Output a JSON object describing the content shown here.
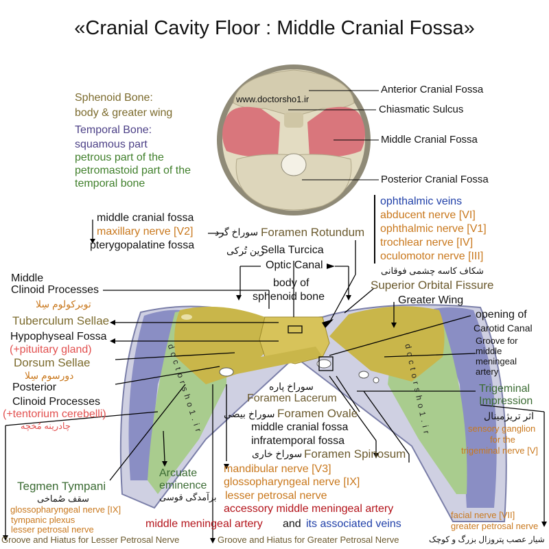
{
  "title": "«Cranial Cavity Floor : Middle Cranial Fossa»",
  "watermark_url": "www.doctorsho1.ir",
  "watermark_side": "d o c t o r s h o 1 . i r",
  "skull_labels": {
    "anterior": "Anterior Cranial Fossa",
    "chiasmatic": "Chiasmatic Sulcus",
    "middle": "Middle Cranial Fossa",
    "posterior": "Posterior Cranial Fossa"
  },
  "legend": {
    "sphenoid_title": "Sphenoid Bone:",
    "sphenoid_parts": "body & greater wing",
    "temporal_title": "Temporal Bone:",
    "temporal_squamous": "squamous part",
    "temporal_petrous_1": "petrous part of the",
    "temporal_petrous_2": "petromastoid part of the",
    "temporal_petrous_3": "temporal bone"
  },
  "rotundum": {
    "line1": "middle cranial fossa",
    "line2": "maxillary nerve [V2]",
    "line2_fa": "سوراخ گرد",
    "line2_en": "Foramen Rotundum",
    "line3": "pterygopalatine fossa"
  },
  "sella": {
    "fa": "زین تُرکی",
    "en": "Sella Turcica"
  },
  "optic_canal": "Optic Canal",
  "body_sphenoid_1": "body of",
  "body_sphenoid_2": "sphenoid bone",
  "fissure": {
    "items": [
      "ophthalmic veins",
      "abducent nerve [VI]",
      "ophthalmic nerve [V1]",
      "trochlear nerve [IV]",
      "oculomotor nerve [III]"
    ],
    "fa": "شکاف کاسه چشمی فوقانی",
    "en": "Superior Orbital Fissure"
  },
  "greater_wing": "Greater Wing",
  "carotid": {
    "line1": "opening of",
    "line2": "Carotid Canal"
  },
  "groove_mm": {
    "line1": "Groove for",
    "line2": "middle",
    "line3": "meningeal",
    "line4": "artery"
  },
  "trigeminal": {
    "line1": "Trigeminal",
    "line2": "Impression",
    "fa": "اثر تریژمینال",
    "sub1": "sensory ganglion",
    "sub2": "for the",
    "sub3": "trigeminal nerve [V]"
  },
  "left_labels": {
    "middle_clinoid_1": "Middle",
    "middle_clinoid_2": "Clinoid Processes",
    "tuberculum_fa": "توبرکولوم سِلا",
    "tuberculum": "Tuberculum Sellae",
    "hypophyseal": "Hypophyseal Fossa",
    "pituitary": "(+pituitary gland)",
    "dorsum": "Dorsum Sellae",
    "dorsum_fa": "دورسوم سِلا",
    "posterior_clinoid_1": "Posterior",
    "posterior_clinoid_2": "Clinoid Processes",
    "tentorium": "(+tentorium cerebelli)",
    "tentorium_fa": "چادرینه مُخچه"
  },
  "lacerum": {
    "fa": "سوراخ پاره",
    "en": "Foramen Lacerum"
  },
  "ovale": {
    "fa": "سوراخ بیضی",
    "en": "Foramen Ovale",
    "line1": "middle cranial fossa",
    "line2": "infratemporal fossa"
  },
  "spinosum": {
    "fa": "سوراخ خاری",
    "en": "Foramen Spinosum"
  },
  "tegmen": {
    "en": "Tegmen Tympani",
    "fa": "سقف صُماخی",
    "n1": "glossopharyngeal nerve [IX]",
    "n2": "tympanic plexus",
    "n3": "lesser petrosal nerve"
  },
  "arcuate": {
    "line1": "Arcuate",
    "line2": "eminence",
    "fa": "برآمدگی قوسی"
  },
  "ovale_contents": [
    "mandibular nerve [V3]",
    "glossopharyngeal nerve [IX]",
    "lesser petrosal nerve"
  ],
  "accessory_mma": "accessory middle meningeal artery",
  "mma_1": "middle meningeal artery",
  "mma_and": "and",
  "mma_2": "its associated veins",
  "right_bottom": {
    "n1": "facial nerve [VII]",
    "n2": "greater petrosal nerve",
    "fa": "شیار عصب پتروزال بزرگ و کوچک"
  },
  "bottom_left": "Groove and Hiatus for Lesser Petrosal Nerve",
  "bottom_mid": "Groove and Hiatus for Greater Petrosal Nerve",
  "colors": {
    "sphenoid": "#c9b64a",
    "temporal_squamous": "#8a8ec4",
    "temporal_petrous": "#a9cc8e",
    "fossa_highlight": "#d9767c",
    "bone": "#ddd6bd"
  }
}
